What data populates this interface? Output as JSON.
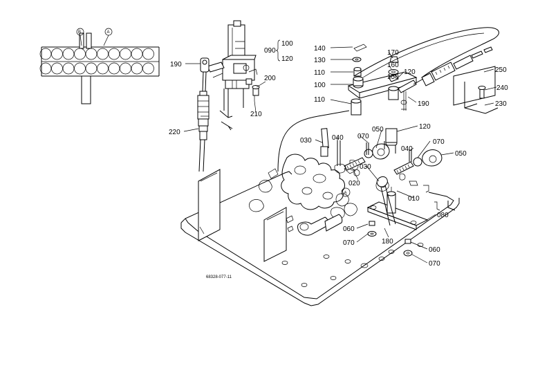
{
  "diagram": {
    "callouts": {
      "l010": "010",
      "l020": "020",
      "l030a": "030",
      "l030b": "030",
      "l040a": "040",
      "l040b": "040",
      "l050a": "050",
      "l050b": "050",
      "l060a": "060",
      "l060b": "060",
      "l070a": "070",
      "l070b": "070",
      "l070c": "070",
      "l070d": "070",
      "l080": "080",
      "l090": "090",
      "l100a": "100",
      "l100b": "100",
      "l110a": "110",
      "l110b": "110",
      "l120a": "120",
      "l120b": "120",
      "l120c": "120",
      "l130": "130",
      "l140": "140",
      "l150": "150",
      "l160": "160",
      "l170": "170",
      "l180": "180",
      "l190a": "190",
      "l190b": "190",
      "l200": "200",
      "l210": "210",
      "l220": "220",
      "l230": "230",
      "l240": "240",
      "l250": "250"
    },
    "markers": {
      "a_inset": "A",
      "b_inset": "B",
      "a_main": "A"
    },
    "drawing_number": "68328-077-11"
  }
}
